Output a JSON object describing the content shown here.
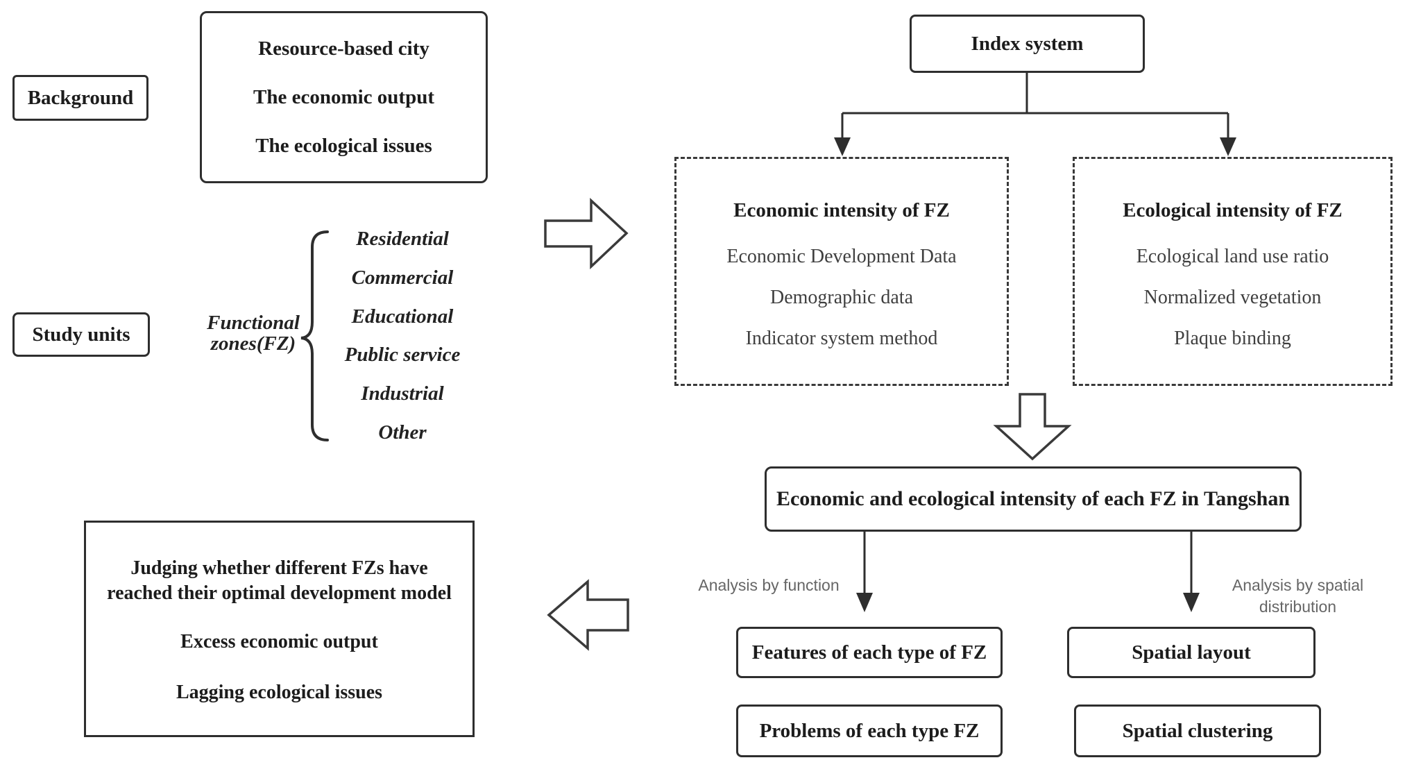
{
  "colors": {
    "ink": "#2e2e2e",
    "text": "#1c1c1c",
    "muted_text": "#3f3f3f",
    "annotation_gray": "#666666",
    "background": "#ffffff"
  },
  "background_section": {
    "label": "Background",
    "items": [
      "Resource-based city",
      "The economic output",
      "The ecological issues"
    ]
  },
  "study_units_section": {
    "label": "Study units",
    "fz_lines": [
      "Functional",
      "zones(FZ)"
    ],
    "zones": [
      "Residential",
      "Commercial",
      "Educational",
      "Public service",
      "Industrial",
      "Other"
    ]
  },
  "index_system": {
    "label": "Index system"
  },
  "economic_intensity": {
    "title": "Economic intensity of FZ",
    "items": [
      "Economic Development Data",
      "Demographic data",
      "Indicator system method"
    ]
  },
  "ecological_intensity": {
    "title": "Ecological intensity of FZ",
    "items": [
      "Ecological land use ratio",
      "Normalized vegetation",
      "Plaque binding"
    ]
  },
  "combined": {
    "label": "Economic and ecological intensity of each FZ in Tangshan"
  },
  "analysis_labels": {
    "function": "Analysis by function",
    "spatial_lines": [
      "Analysis by spatial",
      "distribution"
    ]
  },
  "function_results": {
    "features": "Features of each type of FZ",
    "problems": "Problems of each type FZ"
  },
  "spatial_results": {
    "layout": "Spatial layout",
    "clustering": "Spatial clustering"
  },
  "conclusion": {
    "judging_lines": [
      "Judging whether different FZs have",
      "reached their optimal development model"
    ],
    "items": [
      "Excess economic output",
      "Lagging ecological issues"
    ]
  }
}
